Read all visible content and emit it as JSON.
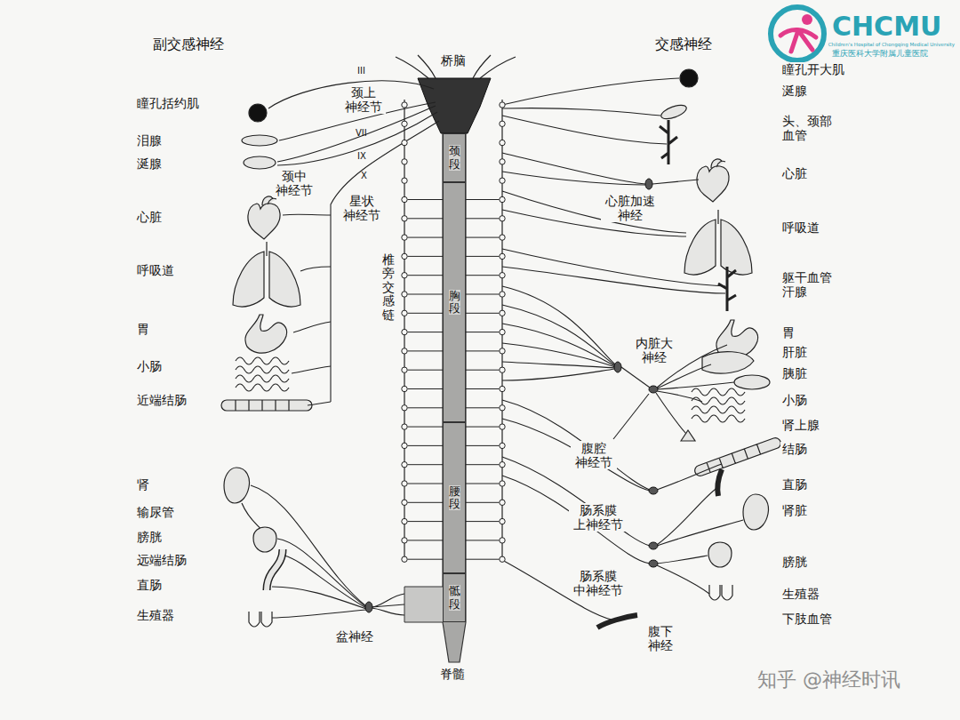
{
  "diagram": {
    "nodes": [
      {
        "text": [
          "颈段"
        ]
      },
      {
        "text": [
          "胸段"
        ]
      },
      {
        "text": [
          "腰段"
        ]
      },
      {
        "text": [
          "骶段"
        ]
      }
    ],
    "labels": [
      "副交感神经",
      "交感神经",
      "桥脑",
      "脊髓",
      "III",
      "颈上 神经节",
      "VII",
      "IX",
      "X",
      "颈中 神经节",
      "星状 神经节",
      "椎旁交感链",
      "瞳孔括约肌",
      "泪腺",
      "涎腺",
      "心脏",
      "呼吸道",
      "胃",
      "小肠",
      "近端结肠",
      "肾",
      "输尿管",
      "膀胱",
      "远端结肠",
      "直肠",
      "生殖器",
      "盆神经",
      "瞳孔开大肌",
      "涎腺",
      "头、颈部 血管",
      "心脏",
      "心脏加速 神经",
      "呼吸道",
      "躯干血管 汗腺",
      "胃",
      "肝脏",
      "胰脏",
      "小肠",
      "肾上腺",
      "结肠",
      "内脏大 神经",
      "腹腔 神经节",
      "直肠",
      "肾脏",
      "肠系膜 上神经节",
      "膀胱",
      "肠系膜 中神经节",
      "生殖器",
      "下肢血管",
      "腹下 神经",
      "知乎 @神经时讯",
      "CHCMU",
      "Children's Hospital of Chongqing Medical University",
      "重庆医科大学附属儿童医院"
    ]
  }
}
